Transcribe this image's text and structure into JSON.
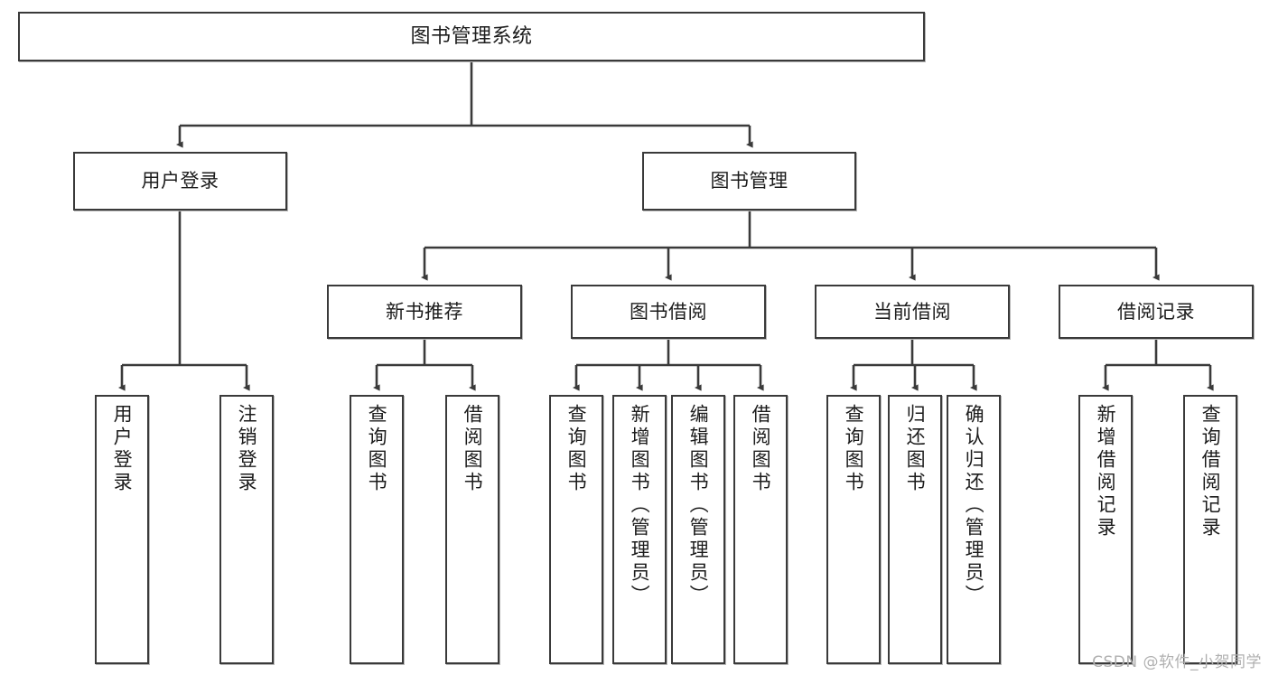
{
  "diagram": {
    "title": "图书管理系统",
    "type": "tree-hierarchy-chart",
    "watermark": "CSDN @软件_小贺同学",
    "line_color": "#3a3a3a",
    "box_fill": "#ffffff",
    "text_color": "#1c1c1c"
  },
  "nodes": {
    "root": {
      "label": "图书管理系统"
    },
    "level2": [
      {
        "label": "用户登录"
      },
      {
        "label": "图书管理"
      }
    ],
    "level3": [
      {
        "label": "新书推荐"
      },
      {
        "label": "图书借阅"
      },
      {
        "label": "当前借阅"
      },
      {
        "label": "借阅记录"
      }
    ],
    "leaves": {
      "user_login": [
        {
          "label": "用户登录"
        },
        {
          "label": "注销登录"
        }
      ],
      "new_book_recommend": [
        {
          "label": "查询图书"
        },
        {
          "label": "借阅图书"
        }
      ],
      "book_borrow": [
        {
          "label": "查询图书"
        },
        {
          "label": "新增图书（管理员）"
        },
        {
          "label": "编辑图书（管理员）"
        },
        {
          "label": "借阅图书"
        }
      ],
      "current_borrow": [
        {
          "label": "查询图书"
        },
        {
          "label": "归还图书"
        },
        {
          "label": "确认归还（管理员）"
        }
      ],
      "borrow_record": [
        {
          "label": "新增借阅记录"
        },
        {
          "label": "查询借阅记录"
        }
      ]
    }
  }
}
